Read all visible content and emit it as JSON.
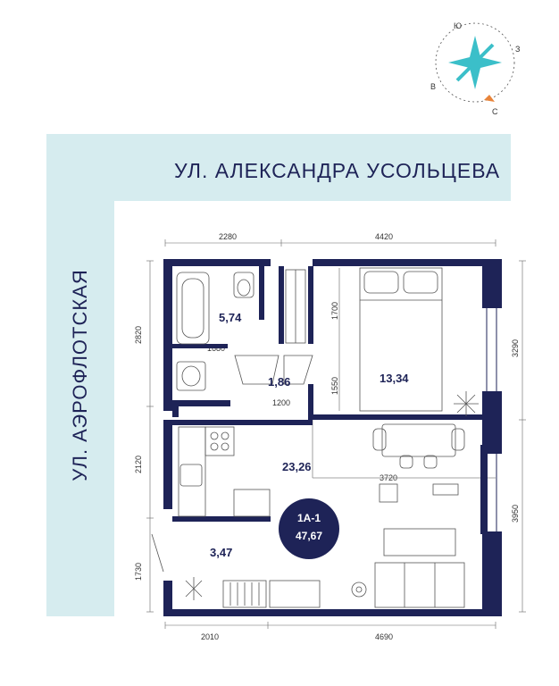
{
  "streets": {
    "top": "УЛ. АЛЕКСАНДРА УСОЛЬЦЕВА",
    "left": "УЛ. АЭРОФЛОТСКАЯ"
  },
  "compass": {
    "letters": [
      "Ю",
      "З",
      "С",
      "В"
    ]
  },
  "dimensions": {
    "top_left": "2280",
    "top_right": "4420",
    "left_upper": "2820",
    "left_middle": "2120",
    "left_lower": "1730",
    "right_upper": "3290",
    "right_lower": "3950",
    "bottom_left": "2010",
    "bottom_right": "4690",
    "bath_width": "1680",
    "hall_width": "1200",
    "wardrobe_height": "1700",
    "bedroom_inner": "1550",
    "living_width": "3720"
  },
  "rooms": {
    "bathroom": "5,74",
    "hall": "1,86",
    "bedroom": "13,34",
    "living": "23,26",
    "entrance": "3,47"
  },
  "badge": {
    "type": "1А-1",
    "area": "47,67"
  },
  "colors": {
    "wall": "#1e2357",
    "street": "#d6ecef",
    "compass_star": "#3bbfc9",
    "accent": "#e8843a"
  }
}
